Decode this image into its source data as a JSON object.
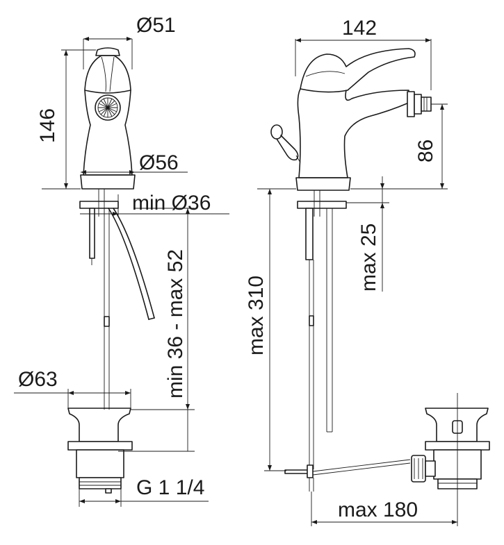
{
  "dimensions": {
    "d51": "Ø51",
    "d142": "142",
    "d146": "146",
    "d56": "Ø56",
    "d86": "86",
    "min_d36": "min Ø36",
    "max25": "max 25",
    "min36_max52": "min 36 - max 52",
    "max310": "max 310",
    "d63": "Ø63",
    "g114": "G 1 1/4",
    "max180": "max 180"
  }
}
